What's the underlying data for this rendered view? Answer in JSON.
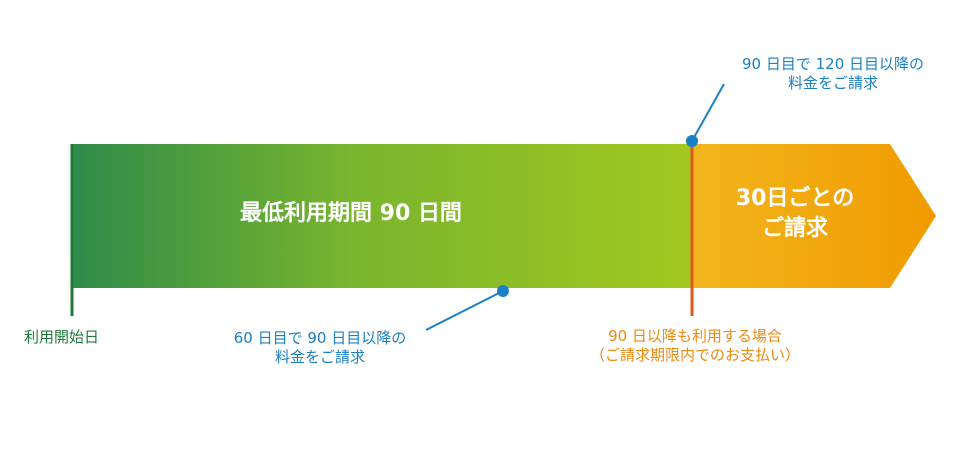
{
  "bar": {
    "title": "最低利用期間 90 日間",
    "colors": {
      "green_start": "#2e8b4a",
      "green_end": "#a2c81f",
      "orange_start": "#f2b51c",
      "orange_end": "#f09b00",
      "start_line": "#1f7a3a",
      "divider": "#e2571b",
      "marker": "#1a7fc4"
    }
  },
  "after_period": {
    "line1": "30日ごとの",
    "line2": "ご請求"
  },
  "start": {
    "label": "利用開始日"
  },
  "day60": {
    "line1": "60 日目で 90 日目以降の",
    "line2": "料金をご請求"
  },
  "day90": {
    "line1": "90 日目で 120 日目以降の",
    "line2": "料金をご請求"
  },
  "after90": {
    "line1": "90 日以降も利用する場合",
    "line2": "（ご請求期限内でのお支払い）"
  }
}
